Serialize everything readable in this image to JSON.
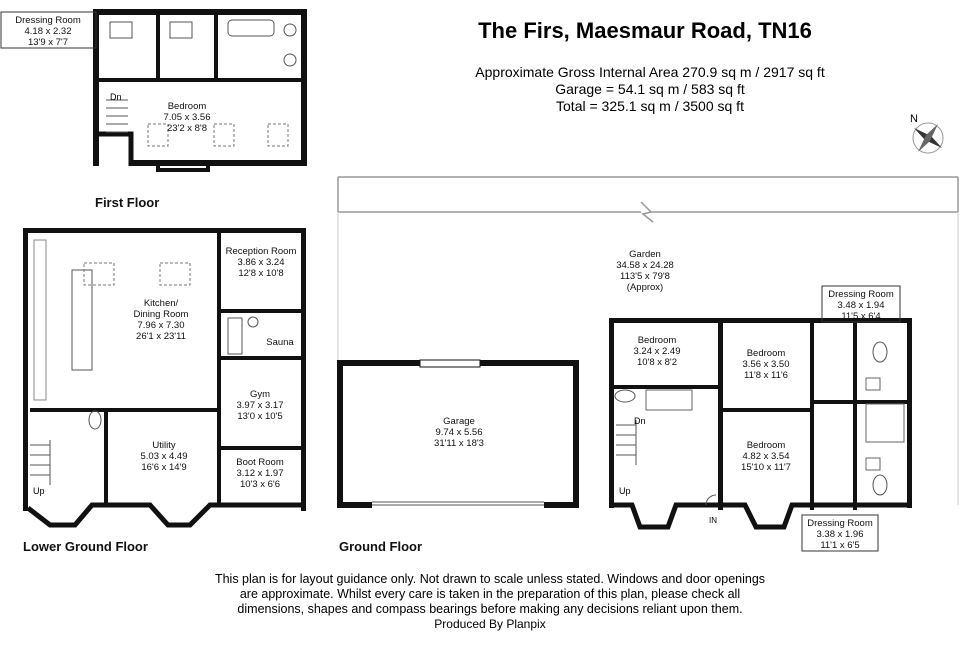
{
  "header": {
    "title": "The Firs, Maesmaur Road, TN16",
    "area_lines": [
      "Approximate Gross Internal Area  270.9 sq m / 2917 sq ft",
      "Garage = 54.1 sq m / 583 sq ft",
      "Total = 325.1 sq m / 3500 sq ft"
    ]
  },
  "compass": {
    "label": "N"
  },
  "floors": {
    "first": "First Floor",
    "lower": "Lower Ground Floor",
    "ground": "Ground Floor"
  },
  "rooms": {
    "dressing_first": [
      "Dressing Room",
      "4.18 x 2.32",
      "13'9 x 7'7"
    ],
    "bedroom_first": [
      "Bedroom",
      "7.05 x 3.56",
      "23'2 x 8'8"
    ],
    "reception": [
      "Reception Room",
      "3.86 x 3.24",
      "12'8 x 10'8"
    ],
    "kitchen": [
      "Kitchen/",
      "Dining Room",
      "7.96 x 7.30",
      "26'1 x 23'11"
    ],
    "sauna": [
      "Sauna"
    ],
    "gym": [
      "Gym",
      "3.97 x 3.17",
      "13'0 x 10'5"
    ],
    "utility": [
      "Utility",
      "5.03 x 4.49",
      "16'6 x 14'9"
    ],
    "boot": [
      "Boot Room",
      "3.12 x 1.97",
      "10'3 x 6'6"
    ],
    "garden": [
      "Garden",
      "34.58 x 24.28",
      "113'5 x 79'8",
      "(Approx)"
    ],
    "garage": [
      "Garage",
      "9.74 x 5.56",
      "31'11 x 18'3"
    ],
    "bedroom_a": [
      "Bedroom",
      "3.24 x 2.49",
      "10'8 x 8'2"
    ],
    "bedroom_b": [
      "Bedroom",
      "3.56 x 3.50",
      "11'8 x 11'6"
    ],
    "bedroom_c": [
      "Bedroom",
      "4.82 x 3.54",
      "15'10 x 11'7"
    ],
    "dressing_ground_top": [
      "Dressing Room",
      "3.48 x 1.94",
      "11'5 x 6'4"
    ],
    "dressing_ground_bottom": [
      "Dressing Room",
      "3.38 x 1.96",
      "11'1 x 6'5"
    ]
  },
  "markers": {
    "dn": "Dn",
    "up": "Up",
    "in": "IN"
  },
  "footer": {
    "lines": [
      "This plan is for layout guidance only. Not drawn to scale unless stated. Windows and door openings",
      "are approximate. Whilst every care is taken in the preparation of this plan, please check all",
      "dimensions, shapes and compass bearings before making any decisions reliant upon them.",
      "Produced By Planpix"
    ]
  }
}
